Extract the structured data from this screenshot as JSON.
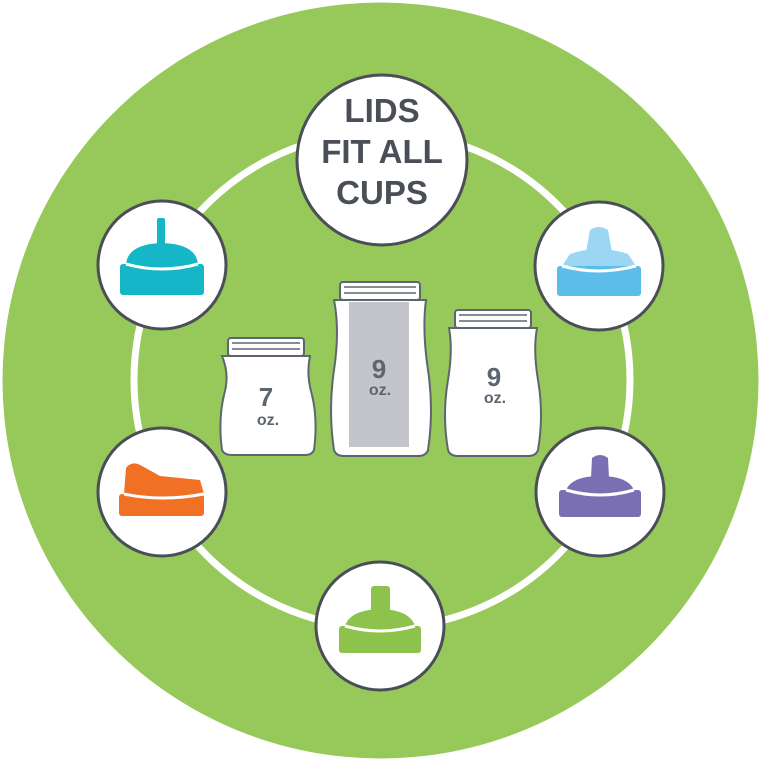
{
  "title_lines": [
    "LIDS",
    "FIT ALL",
    "CUPS"
  ],
  "cups": [
    {
      "size": "7",
      "unit": "oz."
    },
    {
      "size": "9",
      "unit": "oz."
    },
    {
      "size": "9",
      "unit": "oz."
    }
  ],
  "lids": [
    {
      "name": "straw-lid",
      "color": "#14b6c7"
    },
    {
      "name": "clear-spout-lid",
      "color": "#5bbde8"
    },
    {
      "name": "soft-spout-lid",
      "color": "#7b6fb3"
    },
    {
      "name": "sport-spout-lid",
      "color": "#8dc24c"
    },
    {
      "name": "flat-spout-lid",
      "color": "#f07124"
    }
  ],
  "colors": {
    "background_circle": "#96c95a",
    "ring": "#ffffff",
    "badge_border": "#4a4f57",
    "cup_outline": "#5d6670",
    "cup_sleeve": "#c4c5cb"
  }
}
